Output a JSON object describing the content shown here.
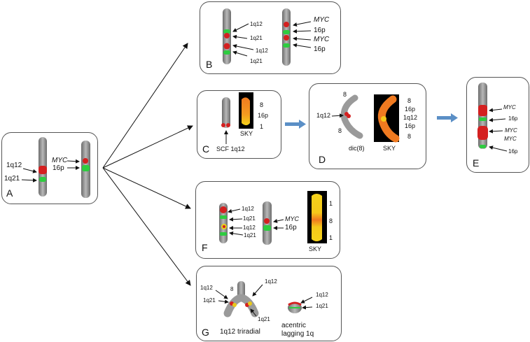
{
  "panels": {
    "A": {
      "letter": "A",
      "labels": [
        "1q12",
        "1q21",
        "MYC",
        "16p"
      ]
    },
    "B": {
      "letter": "B",
      "labels_left": [
        "1q12",
        "1q21",
        "1q12",
        "1q21"
      ],
      "labels_right": [
        "MYC",
        "16p",
        "MYC",
        "16p"
      ]
    },
    "C": {
      "letter": "C",
      "caption": "SCF 1q12",
      "sky_title": "SKY",
      "sky_labels": [
        "8",
        "16p",
        "1"
      ]
    },
    "D": {
      "letter": "D",
      "left_labels": [
        "8",
        "1q12",
        "8"
      ],
      "caption": "dic(8)",
      "sky_title": "SKY",
      "sky_labels": [
        "8",
        "16p",
        "1q12",
        "16p",
        "8"
      ]
    },
    "E": {
      "letter": "E",
      "labels": [
        "MYC",
        "16p",
        "MYC",
        "MYC",
        "16p"
      ]
    },
    "F": {
      "letter": "F",
      "labels_left": [
        "1q12",
        "1q21",
        "1q12",
        "1q21"
      ],
      "labels_right": [
        "MYC",
        "16p"
      ],
      "sky_title": "SKY",
      "sky_labels": [
        "1",
        "8",
        "1"
      ]
    },
    "G": {
      "letter": "G",
      "tri_labels": [
        "1q12",
        "8",
        "1q12",
        "1q21",
        "1q21"
      ],
      "tri_caption": "1q12 triradial",
      "acen_labels": [
        "1q12",
        "1q21"
      ],
      "acen_caption": [
        "acentric",
        "lagging 1q"
      ]
    }
  },
  "colors": {
    "probe_red": "#d42020",
    "probe_green": "#2ecc40",
    "chromosome": "#8a8a8a",
    "sky_orange": "#f07a20",
    "sky_yellow": "#f5d21a",
    "flow_arrow": "#5b8fc6"
  }
}
